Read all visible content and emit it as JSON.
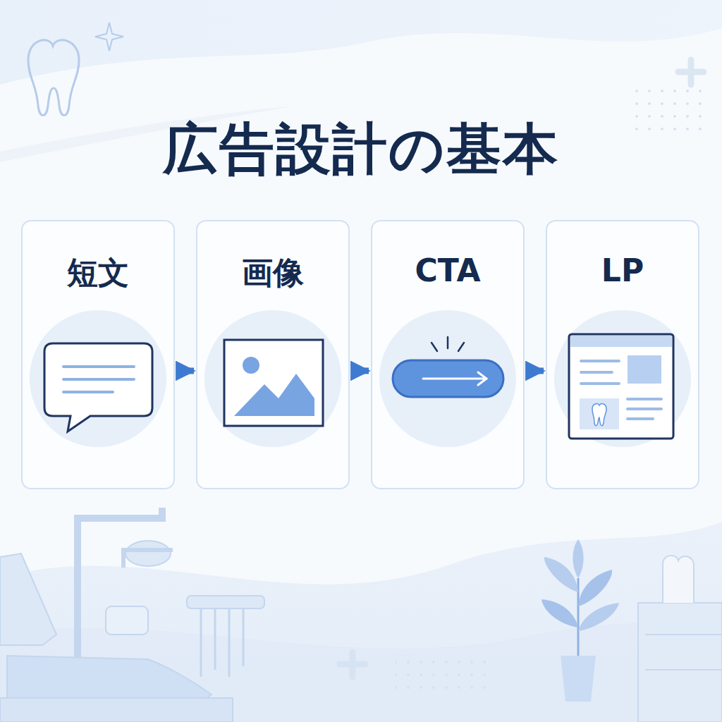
{
  "diagram": {
    "title": "広告設計の基本",
    "nodes": [
      {
        "text": [
          "短文"
        ]
      },
      {
        "text": [
          "画像"
        ]
      },
      {
        "text": [
          "CTA"
        ]
      },
      {
        "text": [
          "LP"
        ]
      }
    ],
    "edges": [
      {
        "from": 0,
        "to": 1,
        "arrow": "to"
      },
      {
        "from": 1,
        "to": 2,
        "arrow": "to"
      },
      {
        "from": 2,
        "to": 3,
        "arrow": "to"
      }
    ]
  }
}
